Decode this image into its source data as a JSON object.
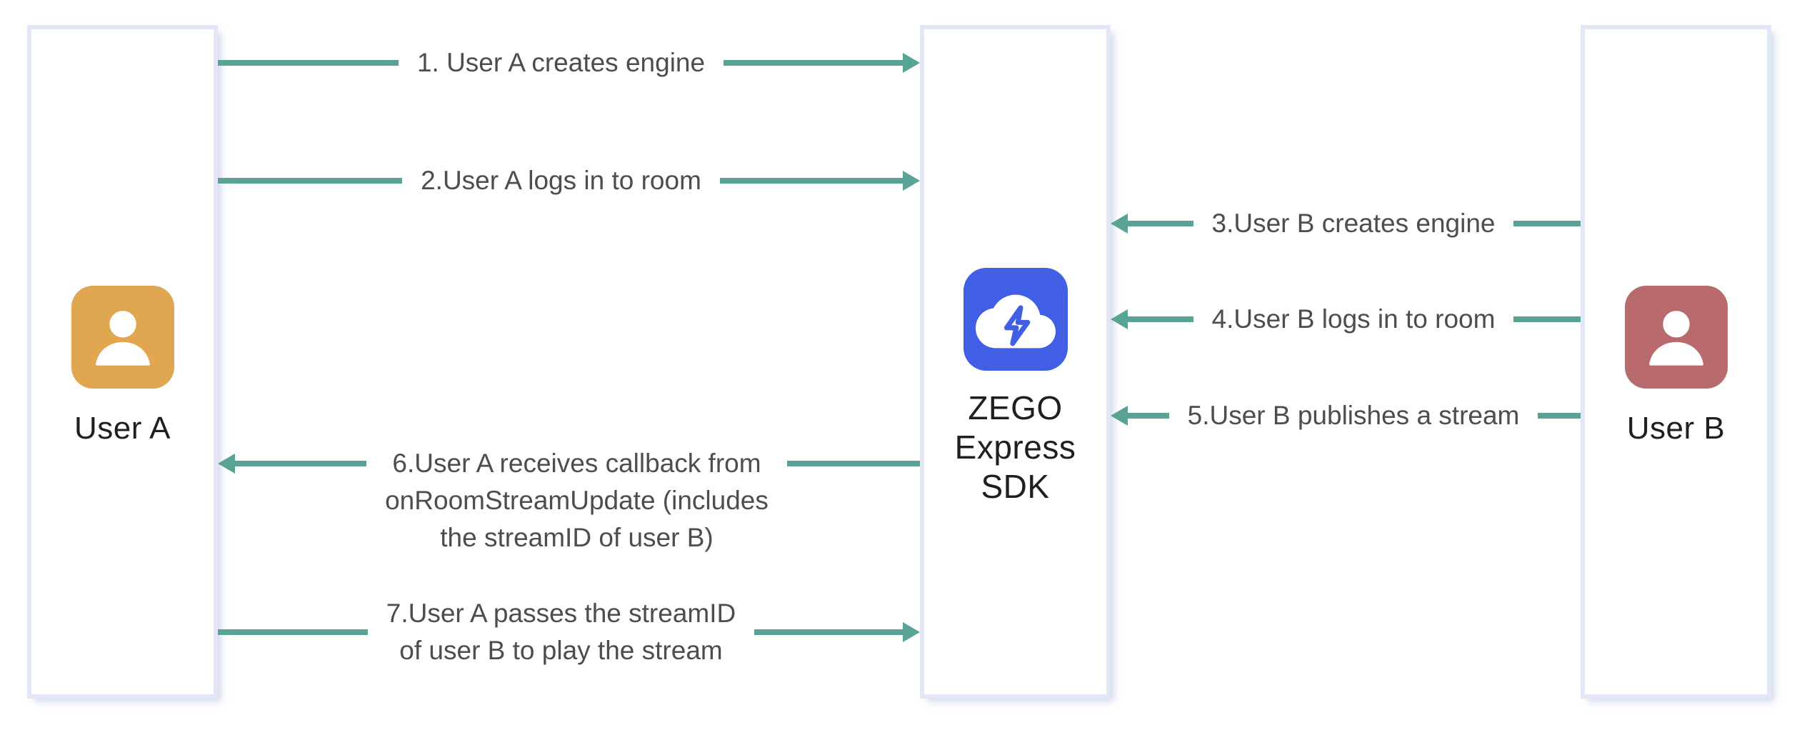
{
  "title": "ZEGO Express SDK publish/play flow diagram",
  "colors": {
    "background": "#FFFFFF",
    "arrow": "#59A396",
    "box_border": "#E1E7F7",
    "message_text": "#4D4D4D",
    "actor_text": "#1F1F1F",
    "user_a_icon": "#E1A650",
    "user_b_icon": "#B96A6C",
    "sdk_icon": "#415FE5"
  },
  "actors": [
    {
      "id": "user-a",
      "label": "User A",
      "icon": "person-icon",
      "icon_color": "#E1A650"
    },
    {
      "id": "zego-sdk",
      "label": "ZEGO Express SDK",
      "lines": [
        "ZEGO",
        "Express",
        "SDK"
      ],
      "icon": "cloud-lightning-icon",
      "icon_color": "#415FE5"
    },
    {
      "id": "user-b",
      "label": "User B",
      "icon": "person-icon",
      "icon_color": "#B96A6C"
    }
  ],
  "messages": [
    {
      "text": "1. User A creates engine",
      "direction": "right"
    },
    {
      "text": "2.User A logs in to room",
      "direction": "right"
    },
    {
      "text": "3.User B creates engine",
      "direction": "left"
    },
    {
      "text": "4.User B logs in to room",
      "direction": "left"
    },
    {
      "text": "5.User B publishes a stream",
      "direction": "left"
    },
    {
      "lines": [
        "6.User A receives callback from",
        "onRoomStreamUpdate (includes",
        "the streamID of user B)"
      ],
      "direction": "left"
    },
    {
      "lines": [
        "7.User A passes the streamID",
        "of user B to play the stream"
      ],
      "direction": "right"
    }
  ]
}
